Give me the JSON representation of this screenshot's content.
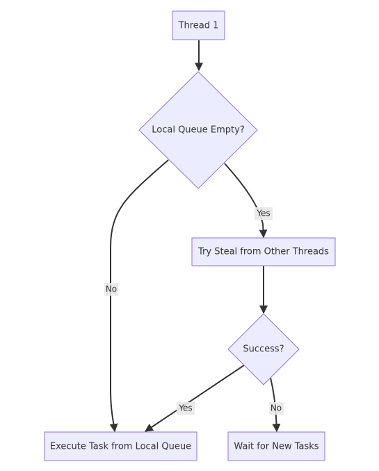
{
  "nodes": {
    "thread1": {
      "label": "Thread 1",
      "shape": "rect"
    },
    "local_queue_empty": {
      "label": "Local Queue Empty?",
      "shape": "diamond"
    },
    "try_steal": {
      "label": "Try Steal from Other Threads",
      "shape": "rect"
    },
    "success": {
      "label": "Success?",
      "shape": "diamond"
    },
    "execute_task": {
      "label": "Execute Task from Local Queue",
      "shape": "rect"
    },
    "wait_tasks": {
      "label": "Wait for New Tasks",
      "shape": "rect"
    }
  },
  "edges": {
    "e1": {
      "from": "thread1",
      "to": "local_queue_empty",
      "label": ""
    },
    "e2": {
      "from": "local_queue_empty",
      "to": "execute_task",
      "label": "No"
    },
    "e3": {
      "from": "local_queue_empty",
      "to": "try_steal",
      "label": "Yes"
    },
    "e4": {
      "from": "try_steal",
      "to": "success",
      "label": ""
    },
    "e5": {
      "from": "success",
      "to": "execute_task",
      "label": "Yes"
    },
    "e6": {
      "from": "success",
      "to": "wait_tasks",
      "label": "No"
    }
  },
  "colors": {
    "node_fill": "#ececff",
    "node_stroke": "#9370db",
    "edge": "#333333",
    "edge_label_bg": "#e8e8e8",
    "text": "#333333"
  }
}
